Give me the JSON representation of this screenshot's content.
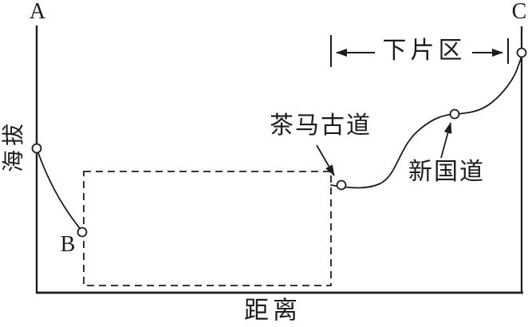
{
  "diagram": {
    "type": "elevation-profile-schematic",
    "background": "#ffffff",
    "ink_color": "#1c1c1c",
    "y_axis_label": "海拔",
    "x_axis_label": "距离",
    "endpoint_a": "A",
    "endpoint_b": "B",
    "endpoint_c": "C",
    "label_ancient_road": "茶马古道",
    "label_new_road": "新国道",
    "label_zone": "下片区",
    "markers": [
      {
        "name": "profile-start-on-y-axis"
      },
      {
        "name": "point-B"
      },
      {
        "name": "point-cha-ma-gu-dao"
      },
      {
        "name": "point-xin-guo-dao"
      },
      {
        "name": "point-below-C"
      }
    ]
  }
}
